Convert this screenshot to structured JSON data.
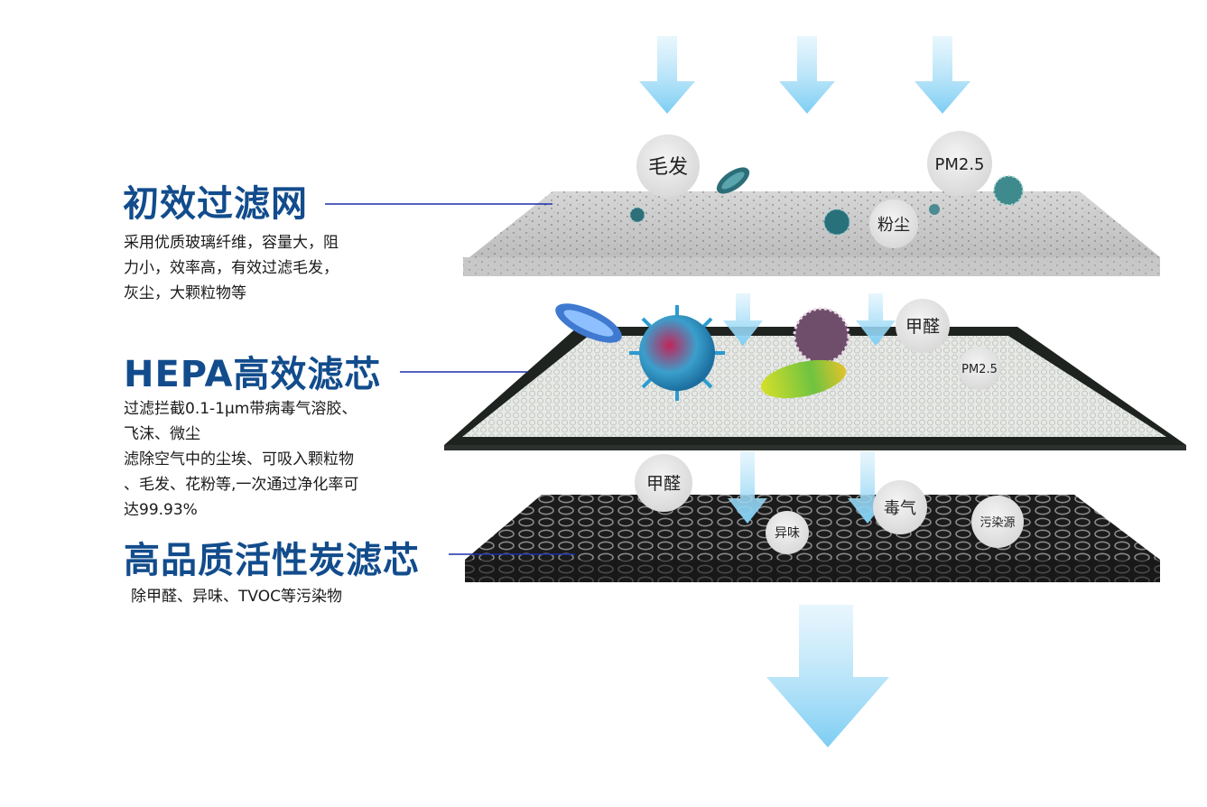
{
  "layers": [
    {
      "id": "primary",
      "title": "初效过滤网",
      "description": [
        "采用优质玻璃纤维，容量大，阻",
        "力小，效率高，有效过滤毛发，",
        "灰尘，大颗粒物等"
      ]
    },
    {
      "id": "hepa",
      "title": "HEPA高效滤芯",
      "description": [
        "过滤拦截0.1-1μm带病毒气溶胶、",
        "飞沫、微尘",
        "滤除空气中的尘埃、可吸入颗粒物",
        "、毛发、花粉等,一次通过净化率可",
        "达99.93%"
      ]
    },
    {
      "id": "carbon",
      "title": "高品质活性炭滤芯",
      "description": [
        "除甲醛、异味、TVOC等污染物"
      ]
    }
  ],
  "bubbles": {
    "hair": "毛发",
    "pm25_top": "PM2.5",
    "dust": "粉尘",
    "formaldehyde_mid": "甲醛",
    "pm25_mid": "PM2.5",
    "formaldehyde_low": "甲醛",
    "odor": "异味",
    "toxic_gas": "毒气",
    "pollution_source": "污染源"
  },
  "colors": {
    "title_blue": "#124c8c",
    "leader_line": "#1a2fa8",
    "arrow_blue": "#8dd4f5"
  }
}
